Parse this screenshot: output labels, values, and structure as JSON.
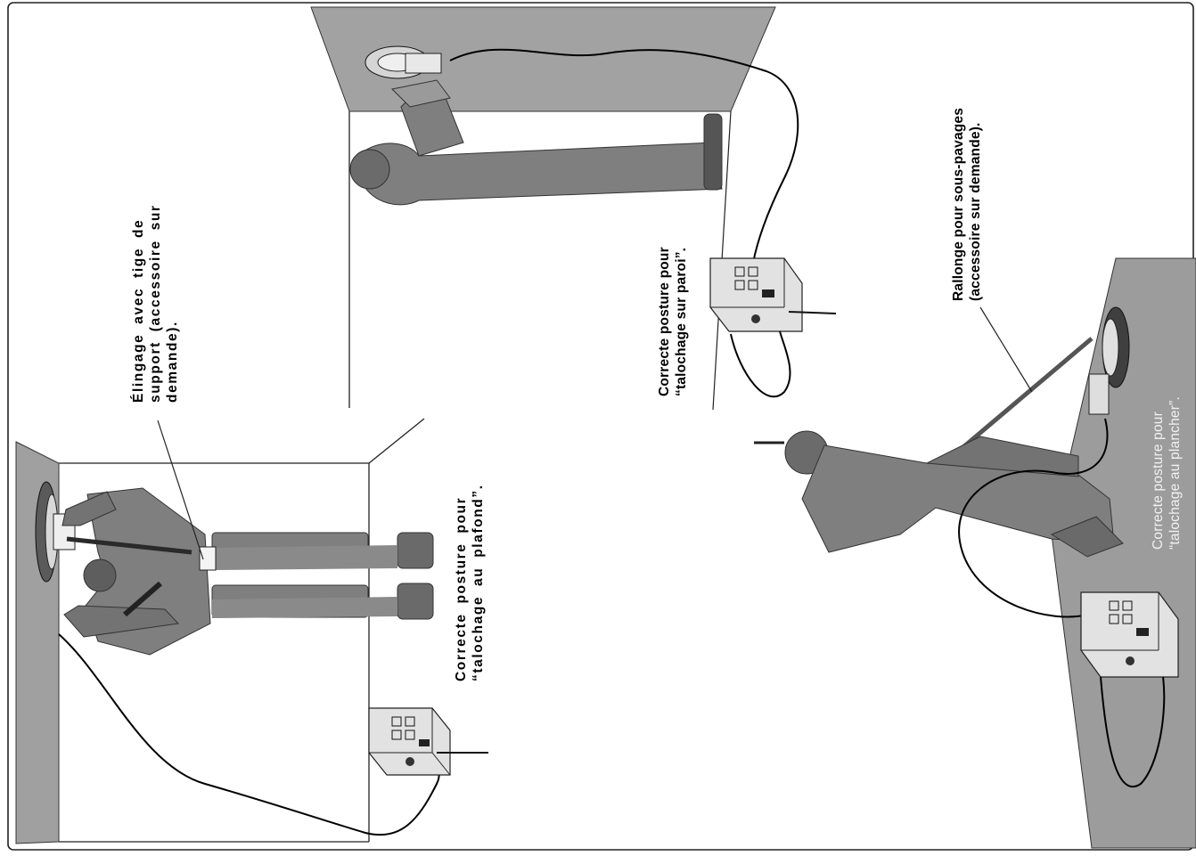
{
  "captions": {
    "slinging": {
      "line1": "Élingage avec tige de",
      "line2": "support (accessoire sur",
      "line3": "demande)."
    },
    "ceiling": {
      "line1": "Correcte posture pour",
      "line2": "“talochage au plafond”."
    },
    "wall": {
      "line1": "Correcte posture pour",
      "line2": "“talochage sur paroi”."
    },
    "extension": {
      "line1": "Rallonge pour sous-pavages",
      "line2": "(accessoire sur demande)."
    },
    "floor": {
      "line1": "Correcte posture pour",
      "line2": "“talochage au plancher”."
    }
  },
  "colors": {
    "surface": "#9c9c9c",
    "figure": "#7f7f7f",
    "figure_dark": "#4a4a4a",
    "machine": "#e4e4e4",
    "cable": "#000000"
  }
}
